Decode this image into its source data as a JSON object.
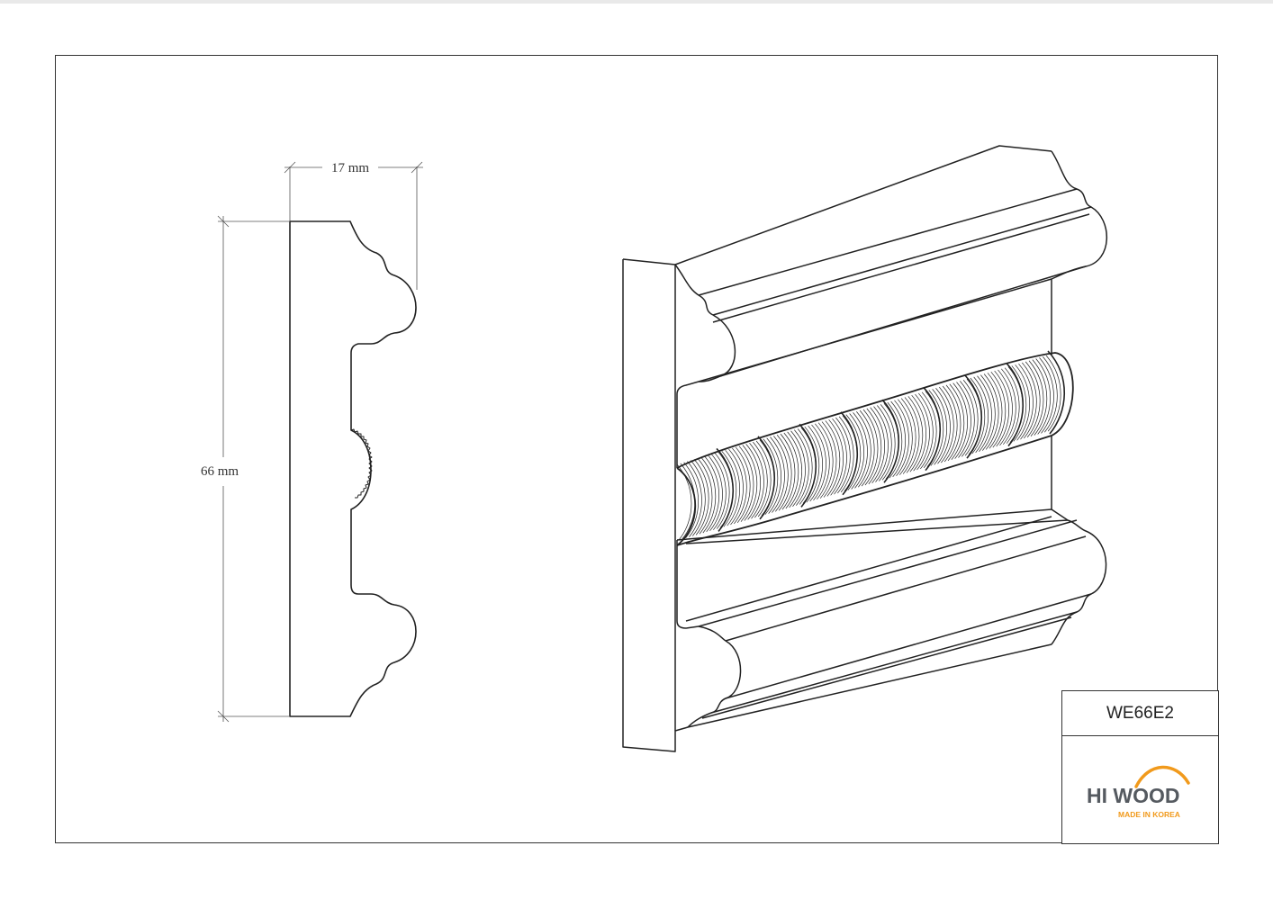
{
  "drawing": {
    "dimensions": {
      "width_label": "17 mm",
      "height_label": "66 mm"
    }
  },
  "title_block": {
    "product_code": "WE66E2",
    "brand": "HI WOOD",
    "tagline": "MADE IN KOREA",
    "brand_color": "#f19a1c",
    "brand_text_color": "#555a60"
  },
  "colors": {
    "line": "#333333",
    "border": "#333333"
  }
}
